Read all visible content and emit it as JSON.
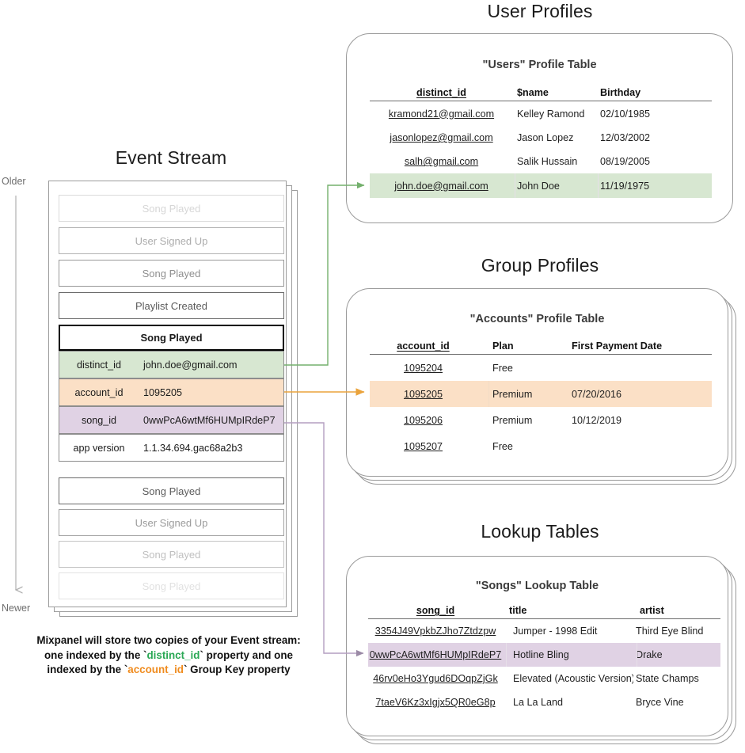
{
  "sections": {
    "event_stream_title": "Event Stream",
    "user_profiles_title": "User Profiles",
    "group_profiles_title": "Group Profiles",
    "lookup_tables_title": "Lookup Tables"
  },
  "axis": {
    "older": "Older",
    "newer": "Newer"
  },
  "event_stream": {
    "events_before": [
      {
        "label": "Song Played",
        "opacity": 0.22
      },
      {
        "label": "User Signed Up",
        "opacity": 0.45
      },
      {
        "label": "Song Played",
        "opacity": 0.62
      },
      {
        "label": "Playlist Created",
        "opacity": 0.9
      }
    ],
    "focused_event": {
      "name": "Song Played",
      "properties": [
        {
          "key": "distinct_id",
          "value": "john.doe@gmail.com",
          "highlight": "green"
        },
        {
          "key": "account_id",
          "value": "1095205",
          "highlight": "orange"
        },
        {
          "key": "song_id",
          "value": "0wwPcA6wtMf6HUMpIRdeP7",
          "highlight": "purple"
        },
        {
          "key": "app version",
          "value": "1.1.34.694.gac68a2b3",
          "highlight": "none"
        }
      ]
    },
    "events_after": [
      {
        "label": "Song Played",
        "opacity": 0.9
      },
      {
        "label": "User Signed Up",
        "opacity": 0.55
      },
      {
        "label": "Song Played",
        "opacity": 0.35
      },
      {
        "label": "Song Played",
        "opacity": 0.16
      }
    ],
    "caption": {
      "line1": "Mixpanel will store two copies of your Event stream:",
      "line2_pre": "one indexed by the `",
      "line2_token": "distinct_id",
      "line2_post": "` property and one",
      "line3_pre": "indexed by the `",
      "line3_token": "account_id",
      "line3_post": "` Group Key property"
    }
  },
  "users_table": {
    "title": "\"Users\" Profile Table",
    "headers": [
      "distinct_id",
      "$name",
      "Birthday"
    ],
    "rows": [
      {
        "cells": [
          "kramond21@gmail.com",
          "Kelley Ramond",
          "02/10/1985"
        ],
        "highlight": "none"
      },
      {
        "cells": [
          "jasonlopez@gmail.com",
          "Jason Lopez",
          "12/03/2002"
        ],
        "highlight": "none"
      },
      {
        "cells": [
          "salh@gmail.com",
          "Salik Hussain",
          "08/19/2005"
        ],
        "highlight": "none"
      },
      {
        "cells": [
          "john.doe@gmail.com",
          "John Doe",
          "11/19/1975"
        ],
        "highlight": "green"
      }
    ]
  },
  "accounts_table": {
    "title": "\"Accounts\" Profile Table",
    "headers": [
      "account_id",
      "Plan",
      "First Payment Date"
    ],
    "rows": [
      {
        "cells": [
          "1095204",
          "Free",
          ""
        ],
        "highlight": "none"
      },
      {
        "cells": [
          "1095205",
          "Premium",
          "07/20/2016"
        ],
        "highlight": "orange"
      },
      {
        "cells": [
          "1095206",
          "Premium",
          "10/12/2019"
        ],
        "highlight": "none"
      },
      {
        "cells": [
          "1095207",
          "Free",
          ""
        ],
        "highlight": "none"
      }
    ]
  },
  "songs_table": {
    "title": "\"Songs\" Lookup Table",
    "headers": [
      "song_id",
      "title",
      "artist"
    ],
    "rows": [
      {
        "cells": [
          "3354J49VpkbZJho7Ztdzpw",
          "Jumper - 1998 Edit",
          "Third Eye Blind"
        ],
        "highlight": "none"
      },
      {
        "cells": [
          "0wwPcA6wtMf6HUMpIRdeP7",
          "Hotline Bling",
          "Drake"
        ],
        "highlight": "purple"
      },
      {
        "cells": [
          "46rv0eHo3Ygud6DOqpZjGk",
          "Elevated (Acoustic Version)",
          "State Champs"
        ],
        "highlight": "none"
      },
      {
        "cells": [
          "7taeV6Kz3xIgjx5QR0eG8p",
          "La La Land",
          "Bryce Vine"
        ],
        "highlight": "none"
      }
    ]
  },
  "colors": {
    "green": "#d7e7d1",
    "orange": "#fbe0c6",
    "purple": "#e0d2e4",
    "green_line": "#74b06d",
    "orange_line": "#eaa33c",
    "purple_line": "#b49ec0",
    "token_green": "#2aa855",
    "token_orange": "#f08c1f"
  }
}
